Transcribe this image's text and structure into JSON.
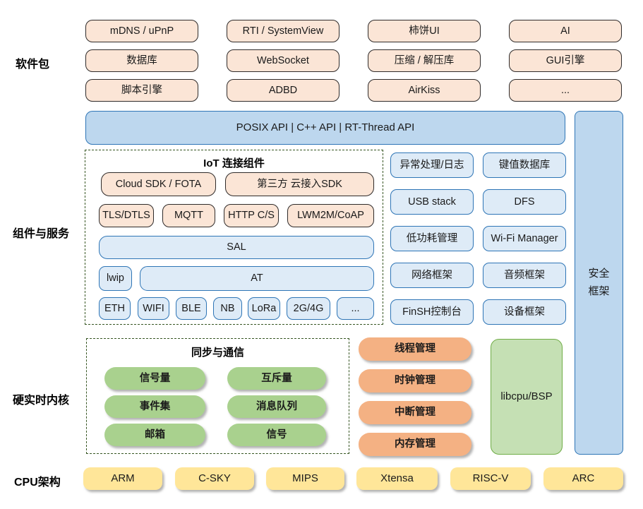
{
  "sections": {
    "software_packages": "软件包",
    "components_services": "组件与服务",
    "kernel": "硬实时内核",
    "cpu_arch": "CPU架构"
  },
  "packages": {
    "rows": [
      [
        "mDNS / uPnP",
        "RTI / SystemView",
        "柿饼UI",
        "AI"
      ],
      [
        "数据库",
        "WebSocket",
        "压缩 / 解压库",
        "GUI引擎"
      ],
      [
        "脚本引擎",
        "ADBD",
        "AirKiss",
        "..."
      ]
    ]
  },
  "api_bar": {
    "label": "POSIX API  |  C++ API  |  RT-Thread API"
  },
  "security": {
    "label": "安全框架"
  },
  "iot": {
    "title": "IoT 连接组件",
    "cloud_sdk": "Cloud SDK / FOTA",
    "third_party_sdk": "第三方 云接入SDK",
    "protocols": [
      "TLS/DTLS",
      "MQTT",
      "HTTP C/S",
      "LWM2M/CoAP"
    ],
    "sal": "SAL",
    "lwip": "lwip",
    "at": "AT",
    "links": [
      "ETH",
      "WIFI",
      "BLE",
      "NB",
      "LoRa",
      "2G/4G",
      "..."
    ]
  },
  "services": {
    "rows": [
      [
        "异常处理/日志",
        "键值数据库"
      ],
      [
        "USB stack",
        "DFS"
      ],
      [
        "低功耗管理",
        "Wi-Fi Manager"
      ],
      [
        "网络框架",
        "音频框架"
      ],
      [
        "FinSH控制台",
        "设备框架"
      ]
    ]
  },
  "kernel": {
    "sync_title": "同步与通信",
    "sync_rows": [
      [
        "信号量",
        "互斥量"
      ],
      [
        "事件集",
        "消息队列"
      ],
      [
        "邮箱",
        "信号"
      ]
    ],
    "manage": [
      "线程管理",
      "时钟管理",
      "中断管理",
      "内存管理"
    ],
    "libcpu": "libcpu/BSP"
  },
  "cpu": {
    "items": [
      "ARM",
      "C-SKY",
      "MIPS",
      "Xtensa",
      "RISC-V",
      "ARC"
    ]
  },
  "colors": {
    "peach_fill": "#FBE5D6",
    "dark_border": "#2F2B2A",
    "blue_fill": "#BDD7EE",
    "blue_light_fill": "#DEEBF7",
    "blue_border": "#2E75B6",
    "green_fill": "#A9D18E",
    "green_light_fill": "#C5E0B4",
    "green_border": "#70AD47",
    "orange_fill": "#F4B183",
    "yellow_fill": "#FFE699",
    "dash_border": "#375623"
  }
}
